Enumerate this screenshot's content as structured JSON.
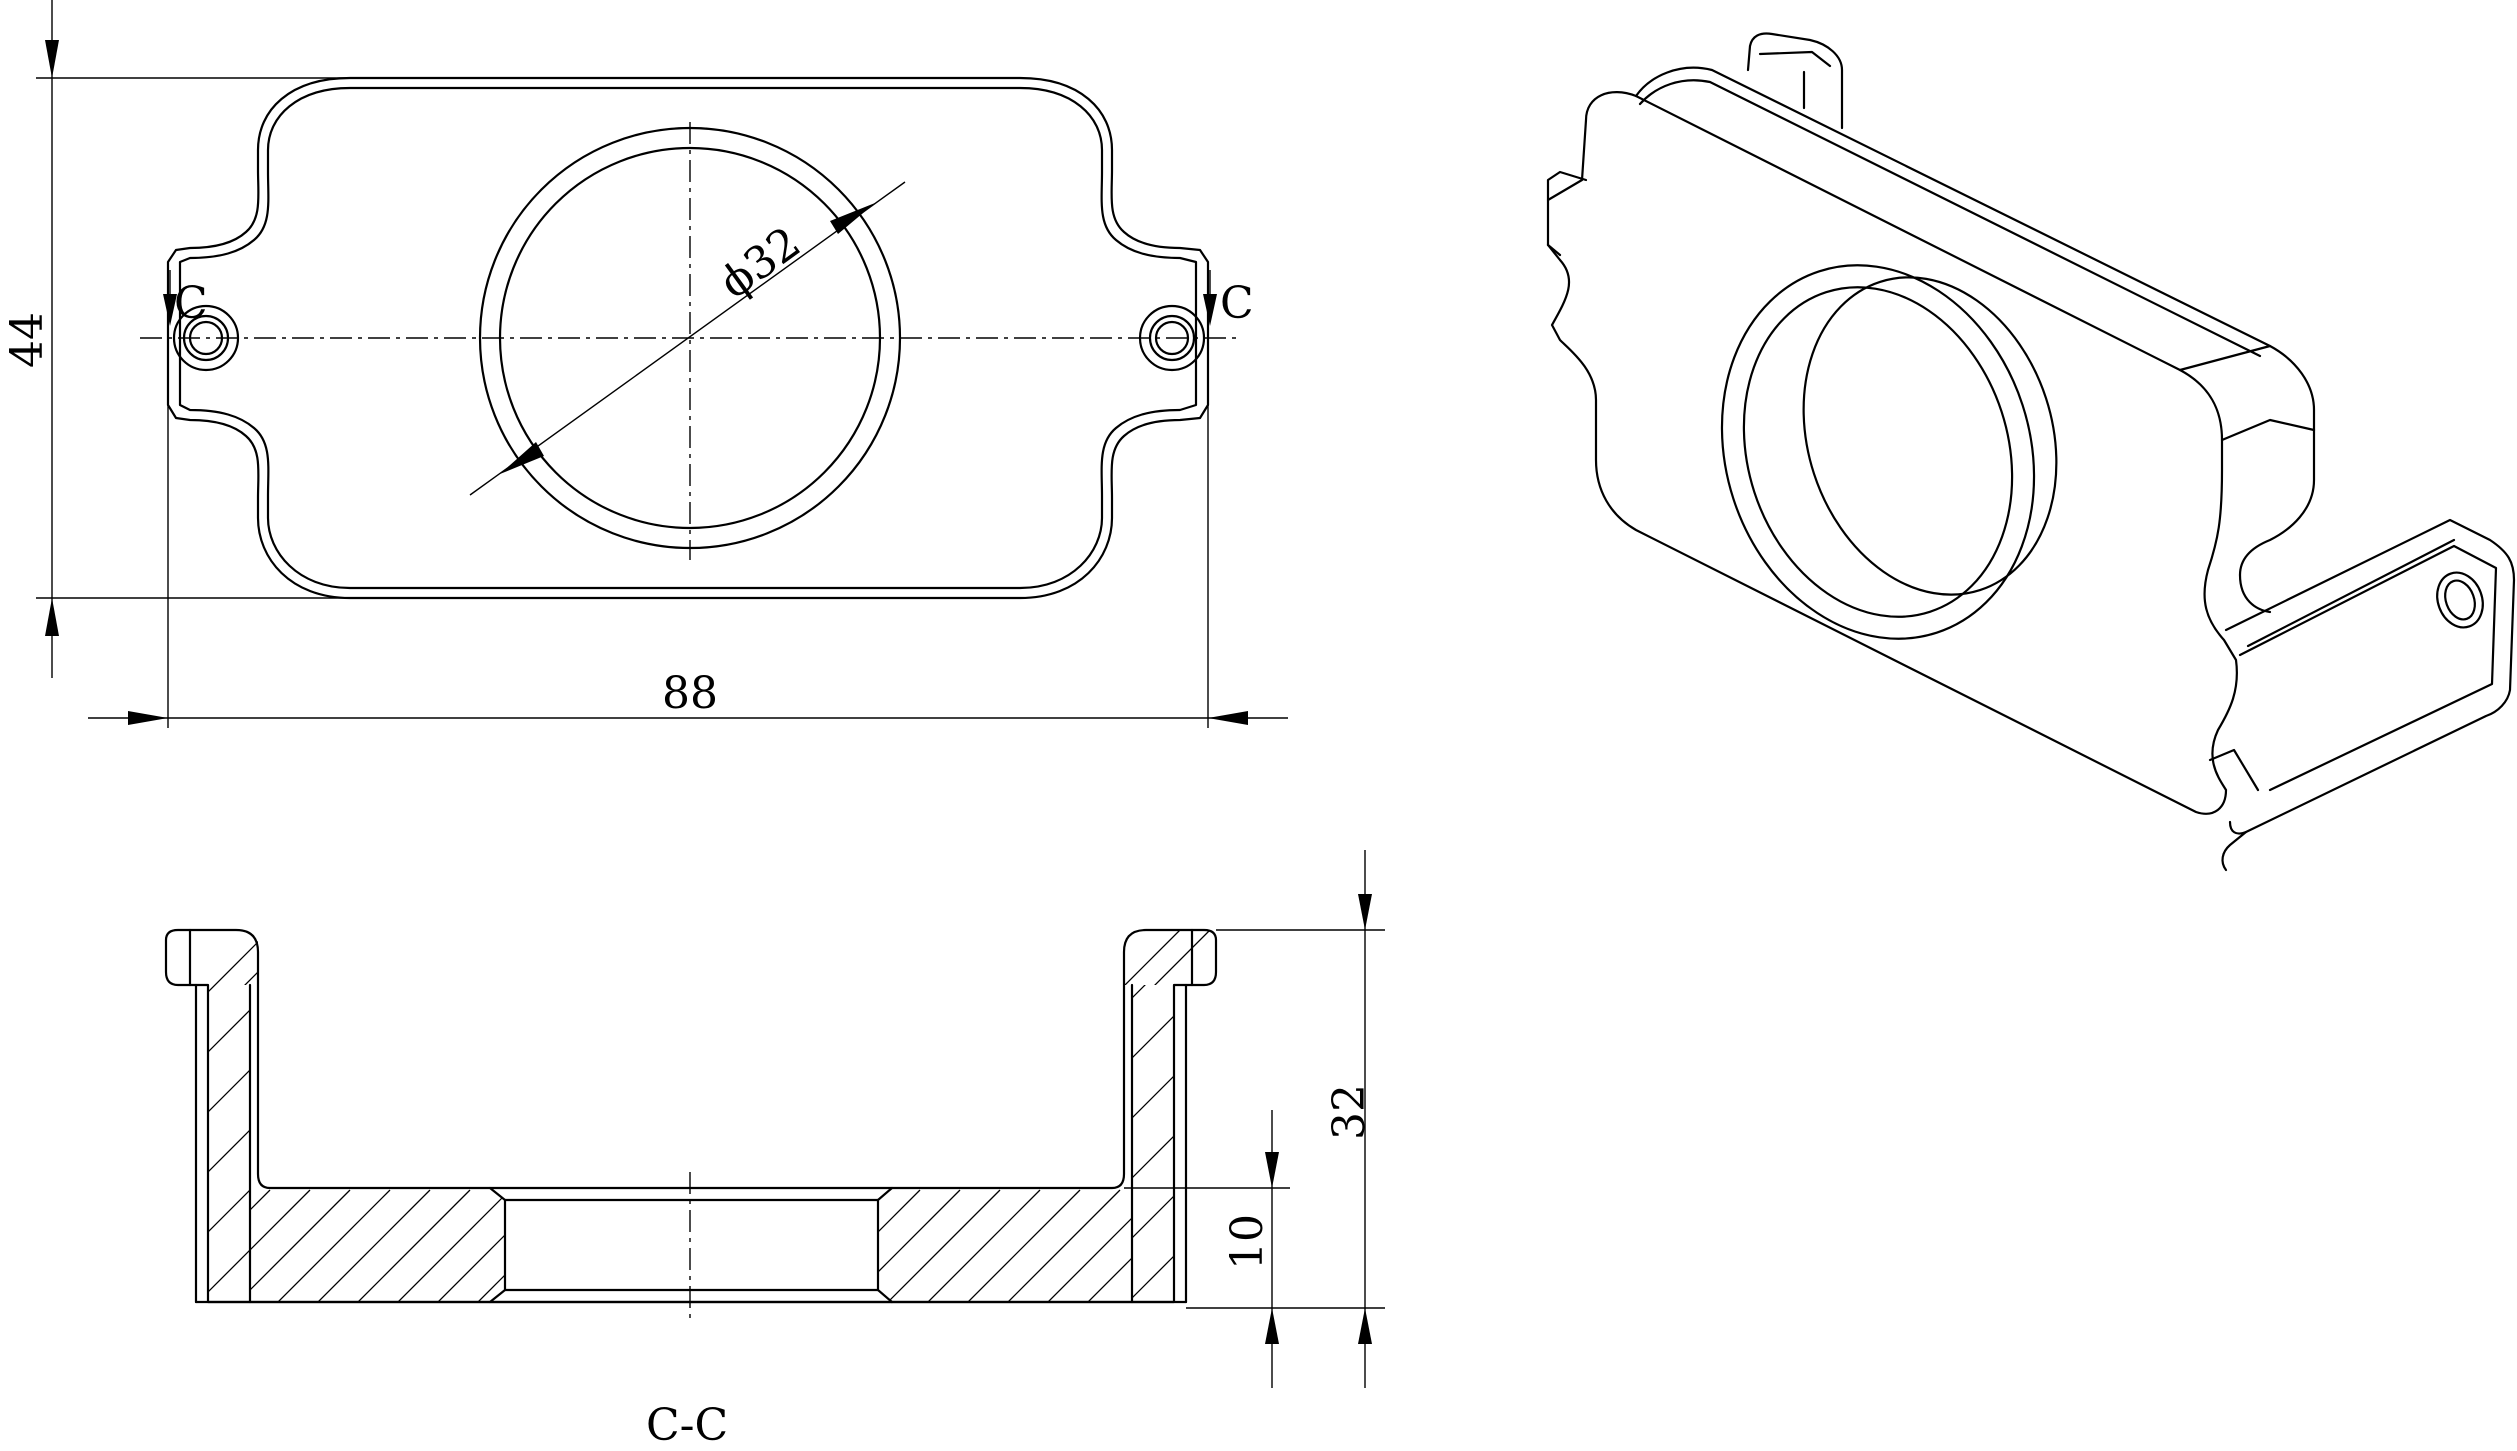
{
  "drawing": {
    "top_view": {
      "width_dim": "88",
      "height_dim": "44",
      "hole_dim": "ϕ32",
      "section_mark_left": "C",
      "section_mark_right": "C"
    },
    "section_view": {
      "title": "C-C",
      "height_dim": "32",
      "base_dim": "10"
    }
  }
}
